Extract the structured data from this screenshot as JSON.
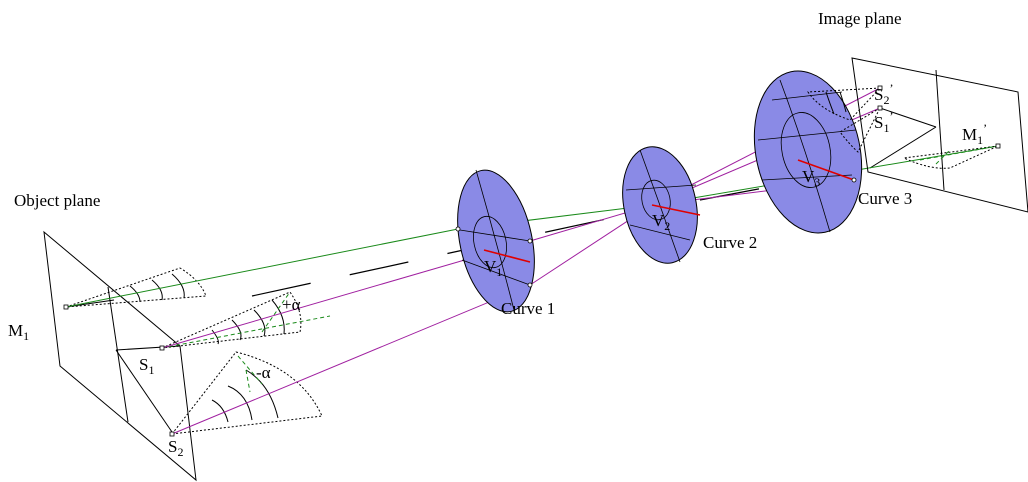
{
  "labels": {
    "object_plane": "Object plane",
    "image_plane": "Image plane",
    "curve1": "Curve 1",
    "curve2": "Curve 2",
    "curve3": "Curve 3",
    "M1": "M",
    "M1_sub": "1",
    "M1p": "M",
    "M1p_sub": "1",
    "M1p_sup": "’",
    "S1": "S",
    "S1_sub": "1",
    "S2": "S",
    "S2_sub": "2",
    "S1p": "S",
    "S1p_sub": "1",
    "S1p_sup": "’",
    "S2p": "S",
    "S2p_sub": "2",
    "S2p_sup": "’",
    "V1": "V",
    "V1_sub": "1",
    "V2": "V",
    "V2_sub": "2",
    "V3": "V",
    "V3_sub": "3",
    "plus_alpha": "+α",
    "minus_alpha": "-α"
  },
  "colors": {
    "lens_fill": "#8a8ae6",
    "ray_purple": "#a020a0",
    "ray_green": "#1a8a1a",
    "vertex_red": "#e00000"
  }
}
